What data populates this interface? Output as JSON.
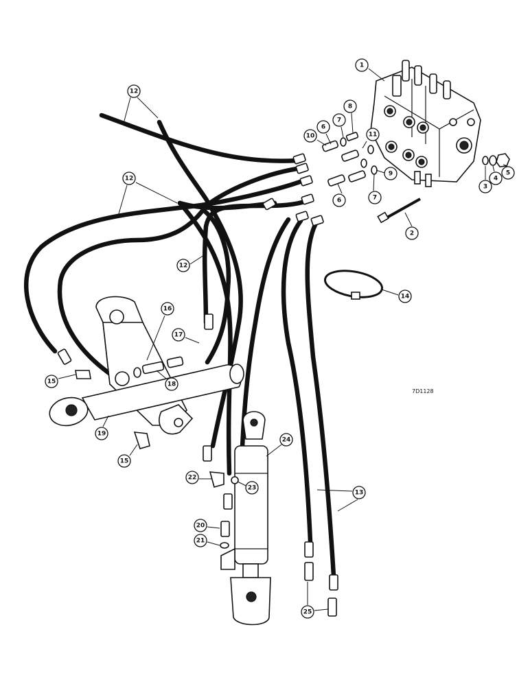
{
  "diagram": {
    "drawing_code": "7D1128",
    "callouts": [
      {
        "id": "c1",
        "label": "1"
      },
      {
        "id": "c2",
        "label": "2"
      },
      {
        "id": "c3",
        "label": "3"
      },
      {
        "id": "c4",
        "label": "4"
      },
      {
        "id": "c5",
        "label": "5"
      },
      {
        "id": "c6a",
        "label": "6"
      },
      {
        "id": "c6b",
        "label": "6"
      },
      {
        "id": "c7a",
        "label": "7"
      },
      {
        "id": "c7b",
        "label": "7"
      },
      {
        "id": "c8",
        "label": "8"
      },
      {
        "id": "c9",
        "label": "9"
      },
      {
        "id": "c10",
        "label": "10"
      },
      {
        "id": "c11",
        "label": "11"
      },
      {
        "id": "c12a",
        "label": "12"
      },
      {
        "id": "c12b",
        "label": "12"
      },
      {
        "id": "c12c",
        "label": "12"
      },
      {
        "id": "c13",
        "label": "13"
      },
      {
        "id": "c14",
        "label": "14"
      },
      {
        "id": "c15a",
        "label": "15"
      },
      {
        "id": "c15b",
        "label": "15"
      },
      {
        "id": "c16",
        "label": "16"
      },
      {
        "id": "c17",
        "label": "17"
      },
      {
        "id": "c18",
        "label": "18"
      },
      {
        "id": "c19",
        "label": "19"
      },
      {
        "id": "c20",
        "label": "20"
      },
      {
        "id": "c21",
        "label": "21"
      },
      {
        "id": "c22",
        "label": "22"
      },
      {
        "id": "c23",
        "label": "23"
      },
      {
        "id": "c24",
        "label": "24"
      },
      {
        "id": "c25",
        "label": "25"
      }
    ]
  }
}
